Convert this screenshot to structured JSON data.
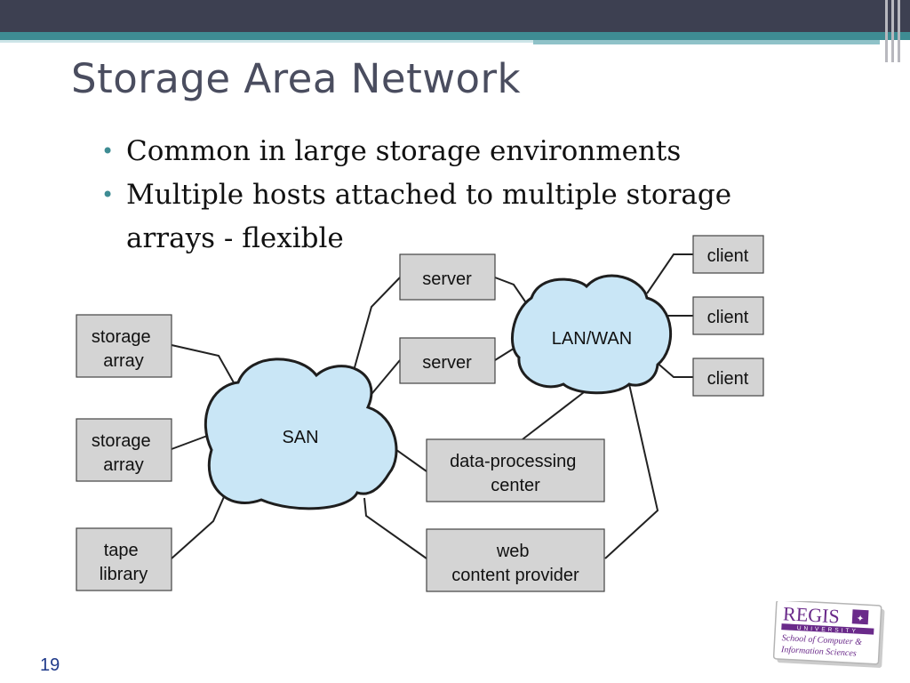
{
  "slide": {
    "title": "Storage Area Network",
    "bullets": [
      "Common in large storage environments",
      "Multiple hosts attached to multiple storage arrays - flexible"
    ],
    "page_number": "19"
  },
  "diagram": {
    "clouds": {
      "san": "SAN",
      "lan_wan": "LAN/WAN"
    },
    "storage": [
      "storage array",
      "storage array",
      "tape library"
    ],
    "servers": [
      "server",
      "server"
    ],
    "clients": [
      "client",
      "client",
      "client"
    ],
    "centers": [
      "data-processing center",
      "web content provider"
    ]
  },
  "logo": {
    "name": "REGIS",
    "subtitle": "UNIVERSITY",
    "lines": [
      "School of Computer &",
      "Information Sciences"
    ]
  },
  "colors": {
    "top_bar": "#3d4051",
    "accent_teal": "#3e8c93",
    "title_text": "#4a4d5f",
    "cloud_fill": "#c9e6f6",
    "box_fill": "#d4d4d4",
    "logo_purple": "#6a2a8a"
  }
}
